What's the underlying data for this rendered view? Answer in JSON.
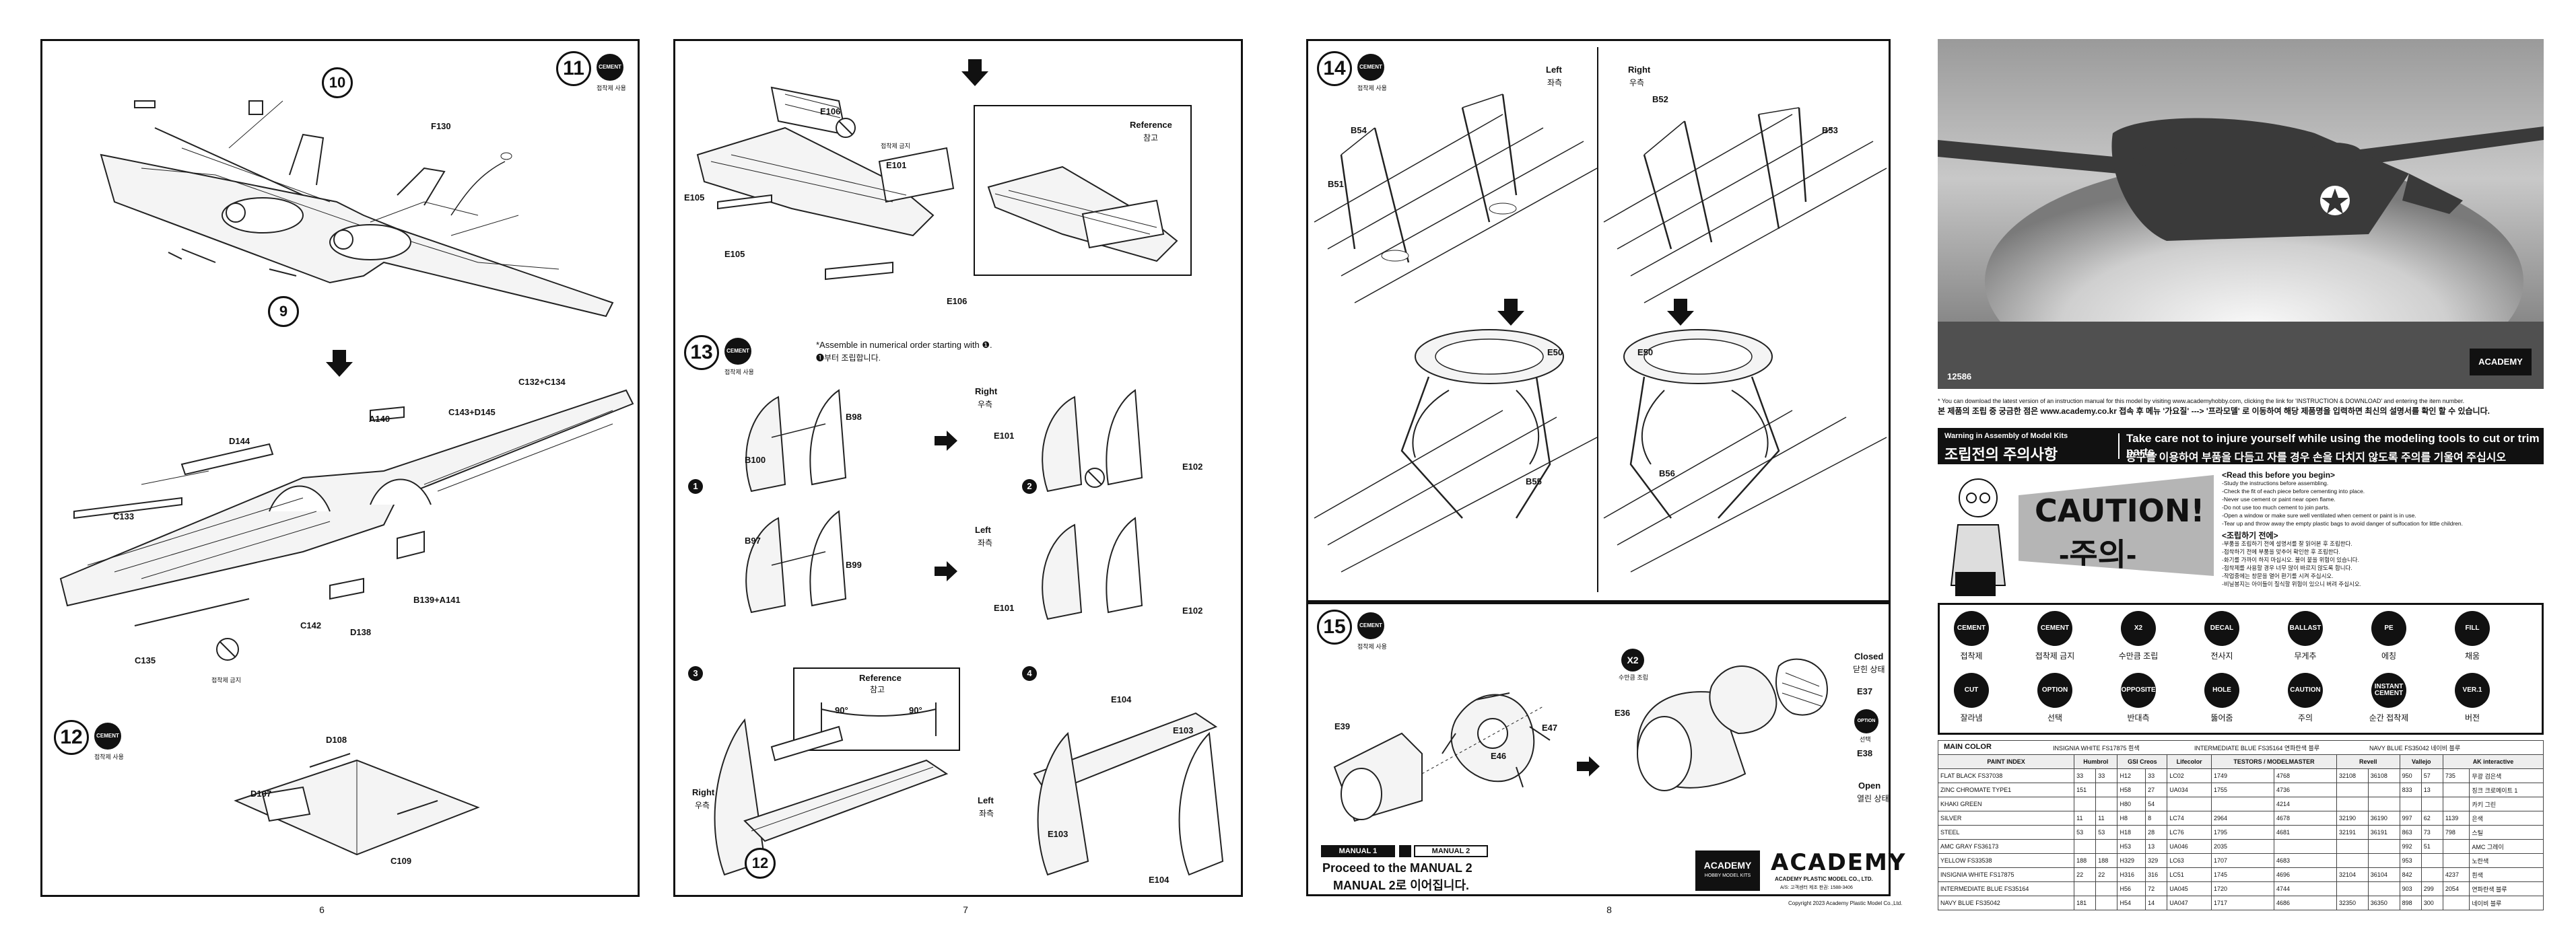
{
  "pages": {
    "p6": {
      "number": "6",
      "step11": {
        "num": "11",
        "cement": "CEMENT",
        "cement_ko": "접착제 사용",
        "callout10": "10",
        "callout9": "9",
        "parts": [
          "F130"
        ]
      },
      "middle": {
        "parts": [
          "A140",
          "C143+D145",
          "C132+C134",
          "D144",
          "C133",
          "C142",
          "C135",
          "D138",
          "B139+A141"
        ],
        "no_cement": "접착제 금지"
      },
      "step12": {
        "num": "12",
        "cement": "CEMENT",
        "cement_ko": "접착제 사용",
        "parts": [
          "D108",
          "D107",
          "C109"
        ]
      }
    },
    "p7": {
      "number": "7",
      "top": {
        "parts": [
          "E106",
          "E105",
          "E101",
          "E105",
          "E106"
        ],
        "no_cement": "접착제 금지",
        "reference": "Reference",
        "reference_ko": "참고"
      },
      "step13": {
        "num": "13",
        "cement": "CEMENT",
        "cement_ko": "접착제 사용",
        "note_en": "*Assemble in numerical order starting with ❶.",
        "note_ko": "❶부터 조립합니다.",
        "right": "Right",
        "right_ko": "우측",
        "left": "Left",
        "left_ko": "좌측",
        "parts": [
          "B98",
          "B100",
          "E101",
          "E102",
          "B97",
          "B99",
          "E101",
          "E102",
          "E104",
          "E103",
          "E103",
          "E104"
        ],
        "seq": [
          "1",
          "2",
          "3",
          "4"
        ],
        "reference": "Reference",
        "reference_ko": "참고",
        "angle": "90°",
        "callout12": "12",
        "right2": "Right",
        "right2_ko": "우측",
        "left2": "Left",
        "left2_ko": "좌측"
      }
    },
    "p8": {
      "number": "8",
      "step14": {
        "num": "14",
        "cement": "CEMENT",
        "cement_ko": "접착제 사용",
        "left": "Left",
        "left_ko": "좌측",
        "right": "Right",
        "right_ko": "우측",
        "parts": [
          "B51",
          "B54",
          "B52",
          "B53",
          "E50",
          "B55",
          "E50",
          "B56"
        ]
      },
      "step15": {
        "num": "15",
        "cement": "CEMENT",
        "cement_ko": "접착제 사용",
        "x2": "X2",
        "x2_ko": "수만큼 조립",
        "parts": [
          "E39",
          "E46",
          "E47",
          "E36",
          "E37",
          "E38"
        ],
        "closed": "Closed",
        "closed_ko": "닫힌 상태",
        "open": "Open",
        "open_ko": "열린 상태",
        "option": "OPTION",
        "option_ko": "선택"
      },
      "manual": {
        "m1": "MANUAL 1",
        "m2": "MANUAL 2",
        "proceed_en": "Proceed to the MANUAL 2",
        "proceed_ko": "MANUAL 2로 이어집니다."
      },
      "brand": {
        "logo_small": "ACADEMY",
        "logo_small_sub": "HOBBY MODEL KITS",
        "name": "ACADEMY",
        "company": "ACADEMY PLASTIC MODEL CO., LTD.",
        "address": "A/S: 고객센터 제조 판권: 1588-3406"
      },
      "copyright": "Copyright 2023 Academy Plastic Model Co.,Ltd."
    },
    "p9": {
      "box_code": "12586",
      "box_logo": "ACADEMY",
      "download_en": "* You can download the latest version of an instruction manual for this model by visiting www.academyhobby.com, clicking the link for 'INSTRUCTION & DOWNLOAD' and entering the item number.",
      "download_ko": "본 제품의 조립 중 궁금한 점은 www.academy.co.kr 접속 후 메뉴 '가요질' ---> '프라모델' 로 이동하여 해당 제품명을 입력하면 최신의 설명서를 확인 할 수 있습니다.",
      "warn_title_en": "Warning in Assembly of Model Kits",
      "warn_title_ko": "조립전의 주의사항",
      "warn_text_en": "Take care not to injure yourself while using the modeling tools to cut or trim parts.",
      "warn_text_ko": "공구를 이용하여 부품을 다듬고 자를 경우 손을 다치지 않도록 주의를 기울여 주십시오",
      "caution": "CAUTION!",
      "caution_ko": "-주의-",
      "read_title": "<Read this before you begin>",
      "read_lines": [
        "-Study the instructions before assembling.",
        "-Check the fit of each piece before cementing into place.",
        "-Never use cement or paint near open flame.",
        "-Do not use too much cement to join parts.",
        "-Open a window or make sure well ventilated when cement or paint is in use.",
        "-Tear up and throw away the empty plastic bags to avoid danger of suffocation for little children."
      ],
      "ko_title": "<조립하기 전에>",
      "ko_lines": [
        "-부품을 조립하기 전에 설명서를 잘 읽어본 후 조립한다.",
        "-접착하기 전에 부품을 맞추어 확인한 후 조립한다.",
        "-화기를 가까이 하지 마십시오. 불이 붙을 위험이 있습니다.",
        "-접착제를 사용할 경우 너무 많이 바르지 않도록 합니다.",
        "-작업중에는 창문을 열어 환기를 시켜 주십시오.",
        "-비닐봉지는 아이들이 질식할 위험이 있으니 버려 주십시오."
      ],
      "icons": [
        {
          "en": "CEMENT",
          "ko": "접착제"
        },
        {
          "en": "CEMENT",
          "ko": "접착제 금지"
        },
        {
          "en": "X2",
          "ko": "수만큼 조립"
        },
        {
          "en": "DECAL",
          "ko": "전사지"
        },
        {
          "en": "BALLAST",
          "ko": "무게추"
        },
        {
          "en": "PE",
          "ko": "에칭"
        },
        {
          "en": "FILL",
          "ko": "채움"
        },
        {
          "en": "CUT",
          "ko": "잘라냄"
        },
        {
          "en": "OPTION",
          "ko": "선택"
        },
        {
          "en": "OPPOSITE",
          "ko": "반대측"
        },
        {
          "en": "HOLE",
          "ko": "뚫어줌"
        },
        {
          "en": "CAUTION",
          "ko": "주의"
        },
        {
          "en": "INSTANT CEMENT",
          "ko": "순간 접착제"
        },
        {
          "en": "VER.1",
          "ko": "버전"
        }
      ],
      "paint": {
        "main_color": "MAIN COLOR",
        "swatches": [
          "INSIGNIA WHITE FS17875 흰색",
          "INTERMEDIATE BLUE FS35164 연파란색 블루",
          "NAVY BLUE FS35042 네이비 블루"
        ],
        "headers": [
          "PAINT INDEX",
          "Humbrol",
          "GSI Creos",
          "Lifecolor",
          "TESTORS / MODELMASTER",
          "Revell",
          "Vallejo",
          "AK interactive"
        ],
        "rows": [
          [
            "FLAT BLACK FS37038",
            "33",
            "33",
            "H12",
            "33",
            "LC02",
            "1749",
            "4768",
            "32108",
            "36108",
            "950",
            "57",
            "735",
            "무광 검은색"
          ],
          [
            "ZINC CHROMATE TYPE1",
            "151",
            "",
            "H58",
            "27",
            "UA034",
            "1755",
            "4736",
            "",
            "",
            "833",
            "13",
            "",
            "징크 크로메이트 1"
          ],
          [
            "KHAKI GREEN",
            "",
            "",
            "H80",
            "54",
            "",
            "",
            "4214",
            "",
            "",
            "",
            "",
            "",
            "카키 그린"
          ],
          [
            "SILVER",
            "11",
            "11",
            "H8",
            "8",
            "LC74",
            "2964",
            "4678",
            "32190",
            "36190",
            "997",
            "62",
            "1139",
            "은색"
          ],
          [
            "STEEL",
            "53",
            "53",
            "H18",
            "28",
            "LC76",
            "1795",
            "4681",
            "32191",
            "36191",
            "863",
            "73",
            "798",
            "스틸"
          ],
          [
            "AMC GRAY FS36173",
            "",
            "",
            "H53",
            "13",
            "UA046",
            "2035",
            "",
            "",
            "",
            "992",
            "51",
            "",
            "AMC 그레이"
          ],
          [
            "YELLOW FS33538",
            "188",
            "188",
            "H329",
            "329",
            "LC63",
            "1707",
            "4683",
            "",
            "",
            "953",
            "",
            "",
            "노란색"
          ],
          [
            "INSIGNIA WHITE FS17875",
            "22",
            "22",
            "H316",
            "316",
            "LC51",
            "1745",
            "4696",
            "32104",
            "36104",
            "842",
            "",
            "4237",
            "흰색"
          ],
          [
            "INTERMEDIATE BLUE FS35164",
            "",
            "",
            "H56",
            "72",
            "UA045",
            "1720",
            "4744",
            "",
            "",
            "903",
            "299",
            "2054",
            "연파란색 블루"
          ],
          [
            "NAVY BLUE FS35042",
            "181",
            "",
            "H54",
            "14",
            "UA047",
            "1717",
            "4686",
            "32350",
            "36350",
            "898",
            "300",
            "",
            "네이비 블루"
          ]
        ]
      }
    }
  }
}
